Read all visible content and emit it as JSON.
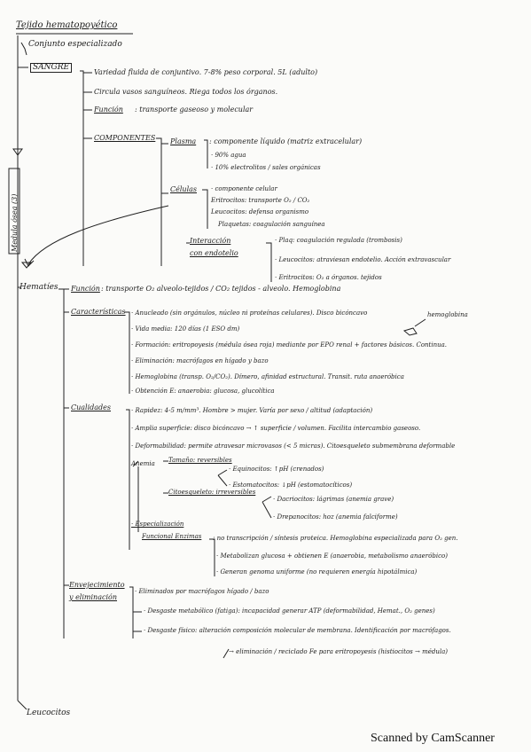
{
  "title": "Tejido hematopoyético",
  "intro": "Conjunto especializado",
  "sangre": {
    "label": "SANGRE",
    "def": "Variedad fluida de conjuntivo. 7-8% peso corporal. 5L (adulto)",
    "circula": "Circula vasos sanguíneos. Riega todos los órganos.",
    "funcion_label": "Función",
    "funcion_text": ": transporte gaseoso y molecular",
    "componentes_label": "COMPONENTES",
    "plasma_label": "Plasma",
    "plasma_def": ": componente líquido (matriz extracelular)",
    "plasma_items": [
      "· 90% agua",
      "· 10% electrolitos / sales orgánicas"
    ],
    "celulas_label": "Células",
    "celulas_items": [
      "· componente celular",
      "Eritrocitos: transporte O₂ / CO₂",
      "Leucocitos: defensa organismo",
      "Plaquetas: coagulación sanguínea"
    ],
    "interaccion_label": [
      "Interacción",
      "con endotelio"
    ],
    "interaccion_items": [
      "· Plaq: coagulación regulada (trombosis)",
      "· Leucocitos: atraviesan endotelio. Acción extravascular",
      "· Eritrocitos: O₂ a órganos. tejidos"
    ],
    "side_label": "Medula ósea (3)"
  },
  "hematies": {
    "label": "Hematíes",
    "funcion_label": "Función",
    "funcion_text": ": transporte O₂ alveolo-tejidos / CO₂ tejidos - alveolo. Hemoglobina",
    "caracteristicas_label": "Características",
    "caracteristicas_items": [
      "· Anucleado (sin orgánulos, núcleo ni proteínas celulares). Disco bicóncavo",
      "· Vida media: 120 días (1 ESO dm)",
      "· Formación: eritropoyesis (médula ósea roja) mediante por EPO renal + factores básicos. Continua.",
      "· Eliminación: macrófagos en hígado y bazo",
      "· Hemoglobina (transp. O₂/CO₂). Dímero, afinidad estructural. Transit. ruta anaeróbica",
      "· Obtención E: anaerobia: glucosa, glucolítica"
    ],
    "hemoglobina_note": "hemoglobina",
    "cualidades_label": "Cualidades",
    "cualidades_items": [
      "· Rapidez: 4-5 m/mm³. Hombre > mujer. Varía por sexo / altitud (adaptación)",
      "· Amplia superficie: disco bicóncavo → ↑ superficie / volumen. Facilita intercambio gaseoso.",
      "· Deformabilidad: permite atravesar microvasos (< 5 micras). Citoesqueleto submembrana deformable",
      "Anemia",
      "Tamaño: reversibles",
      "· Equinocitos: ↑pH (crenados)",
      "· Estomatocitos: ↓pH (estomatocíticos)",
      "Citoesqueleto: irreversibles",
      "· Dacriocitos: lágrimas (anemia grave)",
      "· Drepanocitos: hoz (anemia falciforme)",
      "· Especialización",
      "Funcional Enzimas",
      ": no transcripción / síntesis proteica. Hemoglobina especializada para O₂ gen.",
      "· Metabolizan glucosa + obtienen E (anaerobia, metabolismo anaeróbico)",
      "· Generan genoma uniforme (no requieren energía hipotálmica)"
    ],
    "envejecimiento_label": [
      "Envejecimiento",
      "y eliminación"
    ],
    "envejecimiento_items": [
      "· Eliminados por macrófagos hígado / bazo",
      "· Desgaste metabólico (fatiga): incapacidad generar ATP (deformabilidad, Hemat., O₂ genes)",
      "· Desgaste físico: alteración composición molecular de membrana. Identificación por macrófagos.",
      "→ eliminación / reciclado Fe para eritropoyesis (histiocitos → médula)"
    ]
  },
  "leucocitos": "Leucocitos",
  "watermark": "Scanned by CamScanner"
}
